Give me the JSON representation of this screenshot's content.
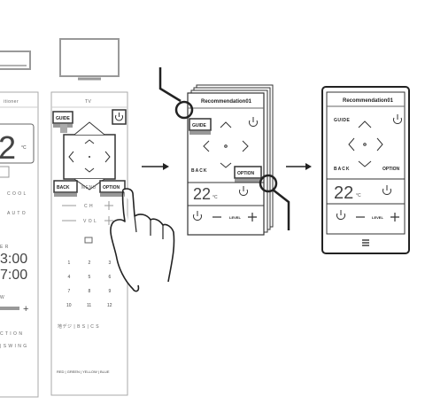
{
  "left_remote": {
    "title": "itioner",
    "temp_digit": "2",
    "temp_unit": "°C",
    "mode_text": "C O O L",
    "fan_text": "A U T O",
    "timer_label": "E R",
    "time_on": "3:00",
    "time_off": "7:00",
    "wind_label": "W",
    "plus": "+",
    "action_label": "C T I O N",
    "swing_text": "| S W I N G"
  },
  "tv_remote": {
    "title": "TV",
    "guide_label": "GUIDE",
    "back_label": "BACK",
    "menu_label": "MENU",
    "option_label": "OPTION",
    "ch_label": "C H",
    "vol_label": "V O L",
    "numbers": [
      "1",
      "2",
      "3",
      "4",
      "5",
      "6",
      "7",
      "8",
      "9",
      "10",
      "11",
      "12"
    ],
    "digital_row": "地デジ | B S | C S",
    "color_row": "RED | GREEN | YELLOW | BLUE"
  },
  "stack_remote": {
    "title": "Recommendation01",
    "guide_label": "GUIDE",
    "back_label": "BACK",
    "option_label": "OPTION",
    "temp_value": "22",
    "temp_unit": "°C",
    "level_label": "LEVEL"
  },
  "result_remote": {
    "title": "Recommendation01",
    "guide_label": "GUIDE",
    "back_label": "BACK",
    "option_label": "OPTION",
    "temp_value": "22",
    "temp_unit": "°C",
    "level_label": "LEVEL"
  },
  "icons": [
    "tv-icon",
    "air-conditioner-icon",
    "power-icon",
    "arrow-right-icon",
    "hand-pointer-icon",
    "menu-icon"
  ]
}
